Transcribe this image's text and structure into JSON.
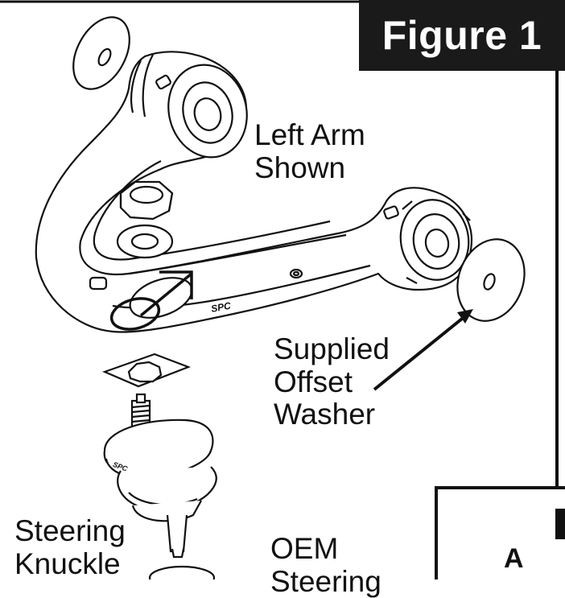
{
  "figure": {
    "title": "Figure 1"
  },
  "labels": {
    "left_arm_line1": "Left Arm",
    "left_arm_line2": "Shown",
    "washer_line1": "Supplied",
    "washer_line2": "Offset",
    "washer_line3": "Washer",
    "knuckle_line1": "Steering",
    "knuckle_line2": "Knuckle",
    "oem_line1": "OEM",
    "oem_line2": "Steering",
    "inset_letter": "A"
  },
  "arm_logo_text": "SPC",
  "colors": {
    "line": "#111111",
    "background": "#ffffff",
    "title_bg": "#1a1a1a",
    "title_text": "#ffffff"
  }
}
